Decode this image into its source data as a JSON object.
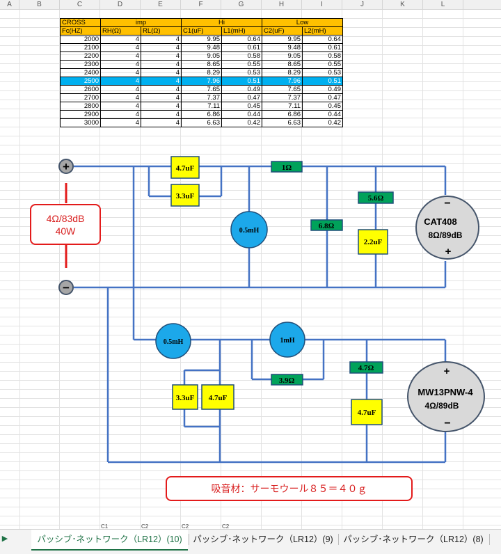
{
  "columns": [
    "A",
    "B",
    "C",
    "D",
    "E",
    "F",
    "G",
    "H",
    "I",
    "J",
    "K",
    "L"
  ],
  "table": {
    "group_header": [
      "CROSS",
      "imp",
      "Hi",
      "Low"
    ],
    "sub_header": [
      "Fc(HZ)",
      "RH(Ω)",
      "RL(Ω)",
      "C1(uF)",
      "L1(mH)",
      "C2(uF)",
      "L2(mH)"
    ],
    "rows": [
      [
        "2000",
        "4",
        "4",
        "9.95",
        "0.64",
        "9.95",
        "0.64"
      ],
      [
        "2100",
        "4",
        "4",
        "9.48",
        "0.61",
        "9.48",
        "0.61"
      ],
      [
        "2200",
        "4",
        "4",
        "9.05",
        "0.58",
        "9.05",
        "0.58"
      ],
      [
        "2300",
        "4",
        "4",
        "8.65",
        "0.55",
        "8.65",
        "0.55"
      ],
      [
        "2400",
        "4",
        "4",
        "8.29",
        "0.53",
        "8.29",
        "0.53"
      ],
      [
        "2500",
        "4",
        "4",
        "7.96",
        "0.51",
        "7.96",
        "0.51"
      ],
      [
        "2600",
        "4",
        "4",
        "7.65",
        "0.49",
        "7.65",
        "0.49"
      ],
      [
        "2700",
        "4",
        "4",
        "7.37",
        "0.47",
        "7.37",
        "0.47"
      ],
      [
        "2800",
        "4",
        "4",
        "7.11",
        "0.45",
        "7.11",
        "0.45"
      ],
      [
        "2900",
        "4",
        "4",
        "6.86",
        "0.44",
        "6.86",
        "0.44"
      ],
      [
        "3000",
        "4",
        "4",
        "6.63",
        "0.42",
        "6.63",
        "0.42"
      ]
    ],
    "selected_row": "2500"
  },
  "amp": {
    "line1": "4Ω/83dB",
    "line2": "40W"
  },
  "terminals": {
    "plus": "+",
    "minus": "−"
  },
  "hi_section": {
    "cap1": "4.7uF",
    "cap2": "3.3uF",
    "series_res": "1Ω",
    "inductor": "0.5mH",
    "shunt_res": "6.8Ω",
    "notch_res": "5.6Ω",
    "notch_cap": "2.2uF",
    "driver_name": "CAT408",
    "driver_spec": "8Ω/89dB",
    "driver_minus": "−",
    "driver_plus": "+"
  },
  "low_section": {
    "inductor1": "0.5mH",
    "inductor2": "1mH",
    "res_parallel": "3.9Ω",
    "cap1": "3.3uF",
    "cap2": "4.7uF",
    "zobel_res": "4.7Ω",
    "zobel_cap": "4.7uF",
    "driver_name": "MW13PNW-4",
    "driver_spec": "4Ω/89dB",
    "driver_plus": "+",
    "driver_minus": "−"
  },
  "note": "吸音材：サーモウール８５＝４０ｇ",
  "sheet_tabs": [
    "パッシブ･ネットワーク（LR12）(10)",
    "パッシブ･ネットワーク（LR12）(9)",
    "パッシブ･ネットワーク（LR12）(8)"
  ],
  "stubs": [
    "C1",
    "C2",
    "C2",
    "C2"
  ],
  "colors": {
    "header_bg": "#ffc000",
    "selected_bg": "#00b0f0",
    "wire": "#4472c4",
    "resistor_bg": "#00a25a",
    "capacitor_bg": "#ffff00",
    "inductor_bg": "#1ca8ea",
    "driver_bg": "#d9d9d9",
    "callout_border": "#e31b1b",
    "active_tab": "#1e7145"
  }
}
